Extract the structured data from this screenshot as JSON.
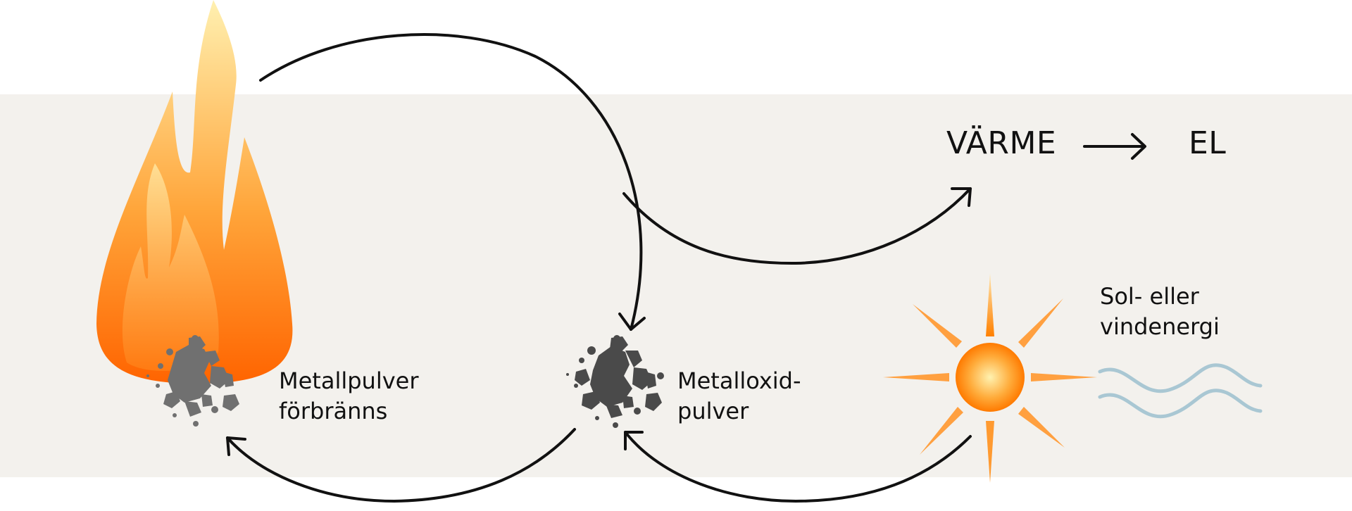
{
  "labels": {
    "heat": "VÄRME",
    "electricity": "EL",
    "metal_powder_line1": "Metallpulver",
    "metal_powder_line2": "förbränns",
    "metal_oxide_line1": "Metalloxid-",
    "metal_oxide_line2": "pulver",
    "energy_line1": "Sol- eller",
    "energy_line2": "vindenergi"
  },
  "icons": [
    "flame-icon",
    "metal-powder-icon",
    "metal-oxide-icon",
    "sun-icon",
    "wind-waves-icon"
  ],
  "colors": {
    "band": "#f3f1ed",
    "flame_dark": "#ff6a00",
    "flame_light": "#ffe9a6",
    "powder": "#6f6f6f",
    "oxide": "#4a4a4a",
    "sun_core": "#ff9a1a",
    "wind": "#a9c7d3",
    "arrow": "#111111"
  }
}
